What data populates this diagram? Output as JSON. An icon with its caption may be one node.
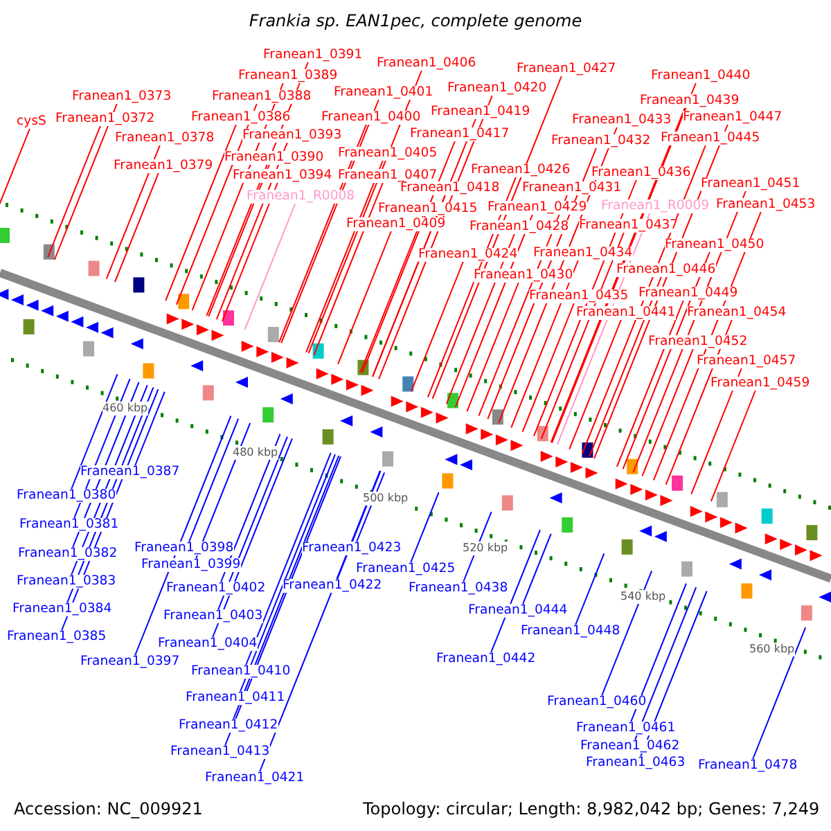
{
  "diagram": {
    "title": "Frankia sp. EAN1pec, complete genome",
    "nodes": [
      {
        "text": [
          "cysS"
        ]
      },
      {
        "text": [
          "Franean1_0373"
        ]
      },
      {
        "text": [
          "Franean1_0372"
        ]
      },
      {
        "text": [
          "Franean1_0378"
        ]
      },
      {
        "text": [
          "Franean1_0379"
        ]
      },
      {
        "text": [
          "Franean1_0391"
        ]
      },
      {
        "text": [
          "Franean1_0389"
        ]
      },
      {
        "text": [
          "Franean1_0388"
        ]
      },
      {
        "text": [
          "Franean1_0386"
        ]
      },
      {
        "text": [
          "Franean1_0393"
        ]
      },
      {
        "text": [
          "Franean1_0390"
        ]
      },
      {
        "text": [
          "Franean1_0394"
        ]
      },
      {
        "text": [
          "Franean1_R0008"
        ]
      },
      {
        "text": [
          "Franean1_0406"
        ]
      },
      {
        "text": [
          "Franean1_0401"
        ]
      },
      {
        "text": [
          "Franean1_0400"
        ]
      },
      {
        "text": [
          "Franean1_0405"
        ]
      },
      {
        "text": [
          "Franean1_0407"
        ]
      },
      {
        "text": [
          "Franean1_0418"
        ]
      },
      {
        "text": [
          "Franean1_0415"
        ]
      },
      {
        "text": [
          "Franean1_0409"
        ]
      },
      {
        "text": [
          "Franean1_0417"
        ]
      },
      {
        "text": [
          "Franean1_0419"
        ]
      },
      {
        "text": [
          "Franean1_0420"
        ]
      },
      {
        "text": [
          "Franean1_0427"
        ]
      },
      {
        "text": [
          "Franean1_0426"
        ]
      },
      {
        "text": [
          "Franean1_0431"
        ]
      },
      {
        "text": [
          "Franean1_0429"
        ]
      },
      {
        "text": [
          "Franean1_0428"
        ]
      },
      {
        "text": [
          "Franean1_0424"
        ]
      },
      {
        "text": [
          "Franean1_0430"
        ]
      },
      {
        "text": [
          "Franean1_0434"
        ]
      },
      {
        "text": [
          "Franean1_0435"
        ]
      },
      {
        "text": [
          "Franean1_0433"
        ]
      },
      {
        "text": [
          "Franean1_0432"
        ]
      },
      {
        "text": [
          "Franean1_0436"
        ]
      },
      {
        "text": [
          "Franean1_R0009"
        ]
      },
      {
        "text": [
          "Franean1_0437"
        ]
      },
      {
        "text": [
          "Franean1_0441"
        ]
      },
      {
        "text": [
          "Franean1_0440"
        ]
      },
      {
        "text": [
          "Franean1_0439"
        ]
      },
      {
        "text": [
          "Franean1_0447"
        ]
      },
      {
        "text": [
          "Franean1_0445"
        ]
      },
      {
        "text": [
          "Franean1_0451"
        ]
      },
      {
        "text": [
          "Franean1_0453"
        ]
      },
      {
        "text": [
          "Franean1_0450"
        ]
      },
      {
        "text": [
          "Franean1_0446"
        ]
      },
      {
        "text": [
          "Franean1_0449"
        ]
      },
      {
        "text": [
          "Franean1_0454"
        ]
      },
      {
        "text": [
          "Franean1_0452"
        ]
      },
      {
        "text": [
          "Franean1_0457"
        ]
      },
      {
        "text": [
          "Franean1_0459"
        ]
      },
      {
        "text": [
          "Franean1_0387"
        ]
      },
      {
        "text": [
          "Franean1_0380"
        ]
      },
      {
        "text": [
          "Franean1_0381"
        ]
      },
      {
        "text": [
          "Franean1_0382"
        ]
      },
      {
        "text": [
          "Franean1_0383"
        ]
      },
      {
        "text": [
          "Franean1_0384"
        ]
      },
      {
        "text": [
          "Franean1_0385"
        ]
      },
      {
        "text": [
          "Franean1_0397"
        ]
      },
      {
        "text": [
          "Franean1_0398"
        ]
      },
      {
        "text": [
          "Franean1_0399"
        ]
      },
      {
        "text": [
          "Franean1_0402"
        ]
      },
      {
        "text": [
          "Franean1_0403"
        ]
      },
      {
        "text": [
          "Franean1_0404"
        ]
      },
      {
        "text": [
          "Franean1_0410"
        ]
      },
      {
        "text": [
          "Franean1_0411"
        ]
      },
      {
        "text": [
          "Franean1_0412"
        ]
      },
      {
        "text": [
          "Franean1_0413"
        ]
      },
      {
        "text": [
          "Franean1_0421"
        ]
      },
      {
        "text": [
          "Franean1_0423"
        ]
      },
      {
        "text": [
          "Franean1_0422"
        ]
      },
      {
        "text": [
          "Franean1_0425"
        ]
      },
      {
        "text": [
          "Franean1_0438"
        ]
      },
      {
        "text": [
          "Franean1_0444"
        ]
      },
      {
        "text": [
          "Franean1_0442"
        ]
      },
      {
        "text": [
          "Franean1_0448"
        ]
      },
      {
        "text": [
          "Franean1_0460"
        ]
      },
      {
        "text": [
          "Franean1_0461"
        ]
      },
      {
        "text": [
          "Franean1_0462"
        ]
      },
      {
        "text": [
          "Franean1_0463"
        ]
      },
      {
        "text": [
          "Franean1_0478"
        ]
      }
    ],
    "edges": [
      {
        "from": 0,
        "to": null,
        "arrow": "none"
      },
      {
        "from": 1,
        "to": null,
        "arrow": "none"
      },
      {
        "from": 2,
        "to": null,
        "arrow": "none"
      },
      {
        "from": 3,
        "to": null,
        "arrow": "none"
      },
      {
        "from": 4,
        "to": null,
        "arrow": "none"
      },
      {
        "from": 5,
        "to": null,
        "arrow": "none"
      },
      {
        "from": 6,
        "to": null,
        "arrow": "none"
      },
      {
        "from": 7,
        "to": null,
        "arrow": "none"
      },
      {
        "from": 8,
        "to": null,
        "arrow": "none"
      },
      {
        "from": 9,
        "to": null,
        "arrow": "none"
      },
      {
        "from": 10,
        "to": null,
        "arrow": "none"
      },
      {
        "from": 11,
        "to": null,
        "arrow": "none"
      },
      {
        "from": 12,
        "to": null,
        "arrow": "none",
        "color": "#ff99cc"
      },
      {
        "from": 13,
        "to": null,
        "arrow": "none"
      },
      {
        "from": 14,
        "to": null,
        "arrow": "none"
      },
      {
        "from": 15,
        "to": null,
        "arrow": "none"
      },
      {
        "from": 16,
        "to": null,
        "arrow": "none"
      },
      {
        "from": 17,
        "to": null,
        "arrow": "none"
      },
      {
        "from": 18,
        "to": null,
        "arrow": "none"
      },
      {
        "from": 19,
        "to": null,
        "arrow": "none"
      },
      {
        "from": 20,
        "to": null,
        "arrow": "none"
      },
      {
        "from": 21,
        "to": null,
        "arrow": "none"
      },
      {
        "from": 22,
        "to": null,
        "arrow": "none"
      },
      {
        "from": 23,
        "to": null,
        "arrow": "none"
      },
      {
        "from": 24,
        "to": null,
        "arrow": "none"
      },
      {
        "from": 25,
        "to": null,
        "arrow": "none"
      },
      {
        "from": 26,
        "to": null,
        "arrow": "none"
      },
      {
        "from": 27,
        "to": null,
        "arrow": "none"
      },
      {
        "from": 28,
        "to": null,
        "arrow": "none"
      },
      {
        "from": 29,
        "to": null,
        "arrow": "none"
      },
      {
        "from": 30,
        "to": null,
        "arrow": "none"
      },
      {
        "from": 31,
        "to": null,
        "arrow": "none"
      },
      {
        "from": 32,
        "to": null,
        "arrow": "none"
      },
      {
        "from": 33,
        "to": null,
        "arrow": "none"
      },
      {
        "from": 34,
        "to": null,
        "arrow": "none"
      },
      {
        "from": 35,
        "to": null,
        "arrow": "none"
      },
      {
        "from": 36,
        "to": null,
        "arrow": "none",
        "color": "#ff99cc"
      },
      {
        "from": 37,
        "to": null,
        "arrow": "none"
      },
      {
        "from": 38,
        "to": null,
        "arrow": "none"
      },
      {
        "from": 39,
        "to": null,
        "arrow": "none"
      },
      {
        "from": 40,
        "to": null,
        "arrow": "none"
      },
      {
        "from": 41,
        "to": null,
        "arrow": "none"
      },
      {
        "from": 42,
        "to": null,
        "arrow": "none"
      },
      {
        "from": 43,
        "to": null,
        "arrow": "none"
      },
      {
        "from": 44,
        "to": null,
        "arrow": "none"
      },
      {
        "from": 45,
        "to": null,
        "arrow": "none"
      },
      {
        "from": 46,
        "to": null,
        "arrow": "none"
      },
      {
        "from": 47,
        "to": null,
        "arrow": "none"
      },
      {
        "from": 48,
        "to": null,
        "arrow": "none"
      },
      {
        "from": 49,
        "to": null,
        "arrow": "none"
      },
      {
        "from": 50,
        "to": null,
        "arrow": "none"
      },
      {
        "from": 51,
        "to": null,
        "arrow": "none"
      },
      {
        "from": 52,
        "to": null,
        "arrow": "none",
        "color": "#0000ff"
      },
      {
        "from": 53,
        "to": null,
        "arrow": "none",
        "color": "#0000ff"
      },
      {
        "from": 54,
        "to": null,
        "arrow": "none",
        "color": "#0000ff"
      },
      {
        "from": 55,
        "to": null,
        "arrow": "none",
        "color": "#0000ff"
      },
      {
        "from": 56,
        "to": null,
        "arrow": "none",
        "color": "#0000ff"
      },
      {
        "from": 57,
        "to": null,
        "arrow": "none",
        "color": "#0000ff"
      },
      {
        "from": 58,
        "to": null,
        "arrow": "none",
        "color": "#0000ff"
      },
      {
        "from": 59,
        "to": null,
        "arrow": "none",
        "color": "#0000ff"
      },
      {
        "from": 60,
        "to": null,
        "arrow": "none",
        "color": "#0000ff"
      },
      {
        "from": 61,
        "to": null,
        "arrow": "none",
        "color": "#0000ff"
      },
      {
        "from": 62,
        "to": null,
        "arrow": "none",
        "color": "#0000ff"
      },
      {
        "from": 63,
        "to": null,
        "arrow": "none",
        "color": "#0000ff"
      },
      {
        "from": 64,
        "to": null,
        "arrow": "none",
        "color": "#0000ff"
      },
      {
        "from": 65,
        "to": null,
        "arrow": "none",
        "color": "#0000ff"
      },
      {
        "from": 66,
        "to": null,
        "arrow": "none",
        "color": "#0000ff"
      },
      {
        "from": 67,
        "to": null,
        "arrow": "none",
        "color": "#0000ff"
      },
      {
        "from": 68,
        "to": null,
        "arrow": "none",
        "color": "#0000ff"
      },
      {
        "from": 69,
        "to": null,
        "arrow": "none",
        "color": "#0000ff"
      },
      {
        "from": 70,
        "to": null,
        "arrow": "none",
        "color": "#0000ff"
      },
      {
        "from": 71,
        "to": null,
        "arrow": "none",
        "color": "#0000ff"
      },
      {
        "from": 72,
        "to": null,
        "arrow": "none",
        "color": "#0000ff"
      },
      {
        "from": 73,
        "to": null,
        "arrow": "none",
        "color": "#0000ff"
      },
      {
        "from": 74,
        "to": null,
        "arrow": "none",
        "color": "#0000ff"
      },
      {
        "from": 75,
        "to": null,
        "arrow": "none",
        "color": "#0000ff"
      },
      {
        "from": 76,
        "to": null,
        "arrow": "none",
        "color": "#0000ff"
      },
      {
        "from": 77,
        "to": null,
        "arrow": "none",
        "color": "#0000ff"
      },
      {
        "from": 78,
        "to": null,
        "arrow": "none",
        "color": "#0000ff"
      },
      {
        "from": 79,
        "to": null,
        "arrow": "none",
        "color": "#0000ff"
      },
      {
        "from": 80,
        "to": null,
        "arrow": "none",
        "color": "#0000ff"
      },
      {
        "from": 81,
        "to": null,
        "arrow": "none",
        "color": "#0000ff"
      }
    ],
    "labels": [
      "460 kbp",
      "480 kbp",
      "500 kbp",
      "520 kbp",
      "540 kbp",
      "560 kbp",
      "Accession: NC_009921",
      "Topology: circular; Length: 8,982,042 bp; Genes: 7,249"
    ]
  }
}
